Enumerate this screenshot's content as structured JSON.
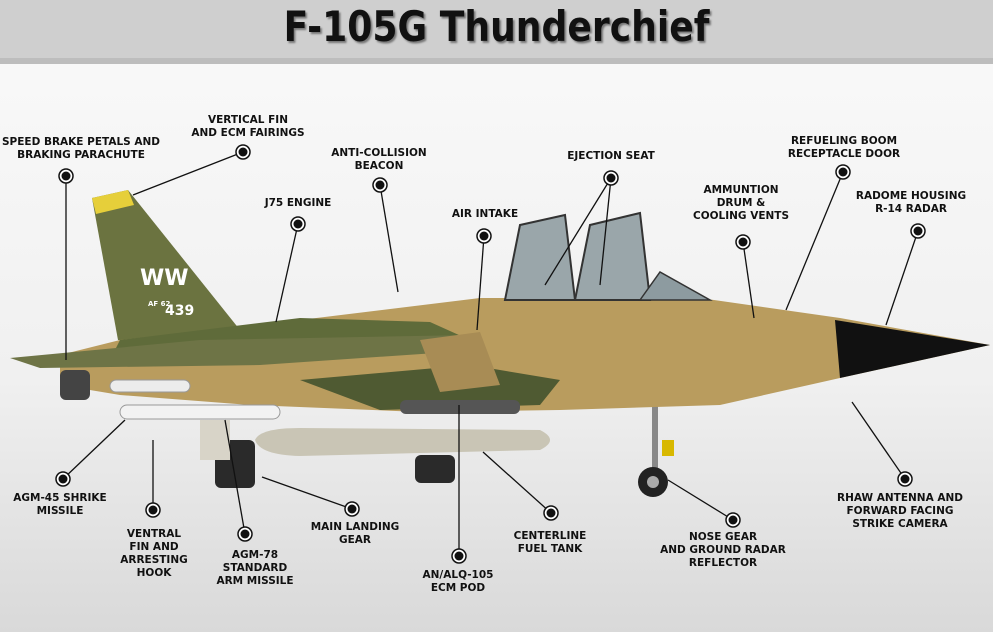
{
  "title": "F-105G Thunderchief",
  "tail_markings": {
    "code": "WW",
    "serial_prefix": "AF\n62",
    "serial": "439"
  },
  "labels": [
    {
      "id": "speed-brake",
      "text": "SPEED BRAKE PETALS AND\nBRAKING PARACHUTE"
    },
    {
      "id": "vertical-fin",
      "text": "VERTICAL FIN\nAND ECM FAIRINGS"
    },
    {
      "id": "anti-collision",
      "text": "ANTI-COLLISION\nBEACON"
    },
    {
      "id": "j75-engine",
      "text": "J75 ENGINE"
    },
    {
      "id": "air-intake",
      "text": "AIR INTAKE"
    },
    {
      "id": "ejection-seat",
      "text": "EJECTION SEAT"
    },
    {
      "id": "ammunition",
      "text": "AMMUNTION\nDRUM &\nCOOLING VENTS"
    },
    {
      "id": "refueling-boom",
      "text": "REFUELING BOOM\nRECEPTACLE DOOR"
    },
    {
      "id": "radome",
      "text": "RADOME HOUSING\nR-14 RADAR"
    },
    {
      "id": "rhaw-antenna",
      "text": "RHAW ANTENNA AND\nFORWARD FACING\nSTRIKE CAMERA"
    },
    {
      "id": "nose-gear",
      "text": "NOSE GEAR\nAND GROUND RADAR\nREFLECTOR"
    },
    {
      "id": "centerline-tank",
      "text": "CENTERLINE\nFUEL TANK"
    },
    {
      "id": "ecm-pod",
      "text": "AN/ALQ-105\nECM POD"
    },
    {
      "id": "main-gear",
      "text": "MAIN LANDING\nGEAR"
    },
    {
      "id": "agm-78",
      "text": "AGM-78\nSTANDARD\nARM MISSILE"
    },
    {
      "id": "ventral-fin",
      "text": "VENTRAL\nFIN AND\nARRESTING\nHOOK"
    },
    {
      "id": "agm-45",
      "text": "AGM-45 SHRIKE\nMISSILE"
    }
  ]
}
